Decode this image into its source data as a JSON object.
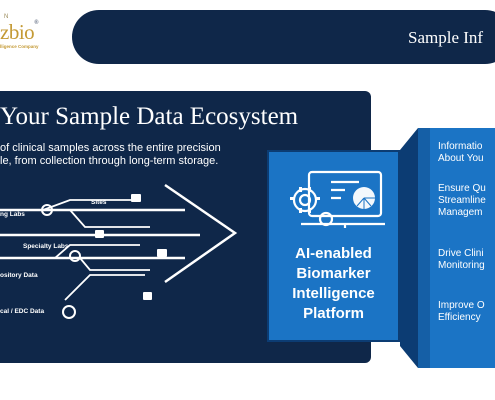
{
  "logo": {
    "top_text": "N",
    "brand_main": "zbio",
    "brand_reg": "®",
    "tagline_prefix": "",
    "tagline_bold": "lligence Company"
  },
  "header": {
    "title": "Sample Inf"
  },
  "ecosystem": {
    "title": "Your Sample Data Ecosystem",
    "description_lines": [
      "of clinical samples across the entire precision",
      "le, from collection through long-term storage."
    ],
    "flow_labels": [
      "Sites",
      "ng Labs",
      "Specialty Labs",
      "ository Data",
      "cal / EDC Data"
    ]
  },
  "platform": {
    "title_lines": [
      "AI-enabled",
      "Biomarker",
      "Intelligence",
      "Platform"
    ]
  },
  "benefits": [
    {
      "lines": [
        "Informatio",
        "About You"
      ]
    },
    {
      "lines": [
        "Ensure Qu",
        "Streamline",
        "Managem"
      ]
    },
    {
      "lines": [
        "Drive Clini",
        "Monitoring"
      ]
    },
    {
      "lines": [
        "Improve O",
        "Efficiency"
      ]
    }
  ],
  "colors": {
    "navy": "#0f2749",
    "blue": "#1b74c5",
    "gold": "#c49a35"
  }
}
